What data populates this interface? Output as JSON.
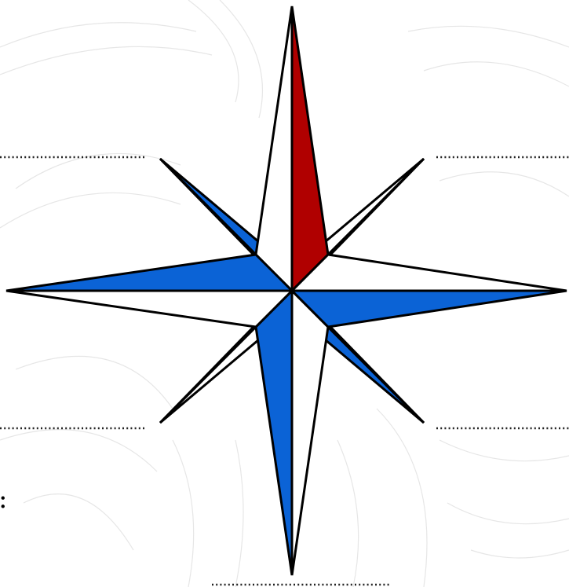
{
  "diagram": {
    "type": "compass-rose",
    "points": 8,
    "north_tip_color": "#b00000",
    "blue_fill": "#0b63d6",
    "white_fill": "#ffffff",
    "outline_color": "#000000",
    "answer_blanks": 5,
    "edge_text": ":",
    "background_pattern": "faint-line-art"
  }
}
